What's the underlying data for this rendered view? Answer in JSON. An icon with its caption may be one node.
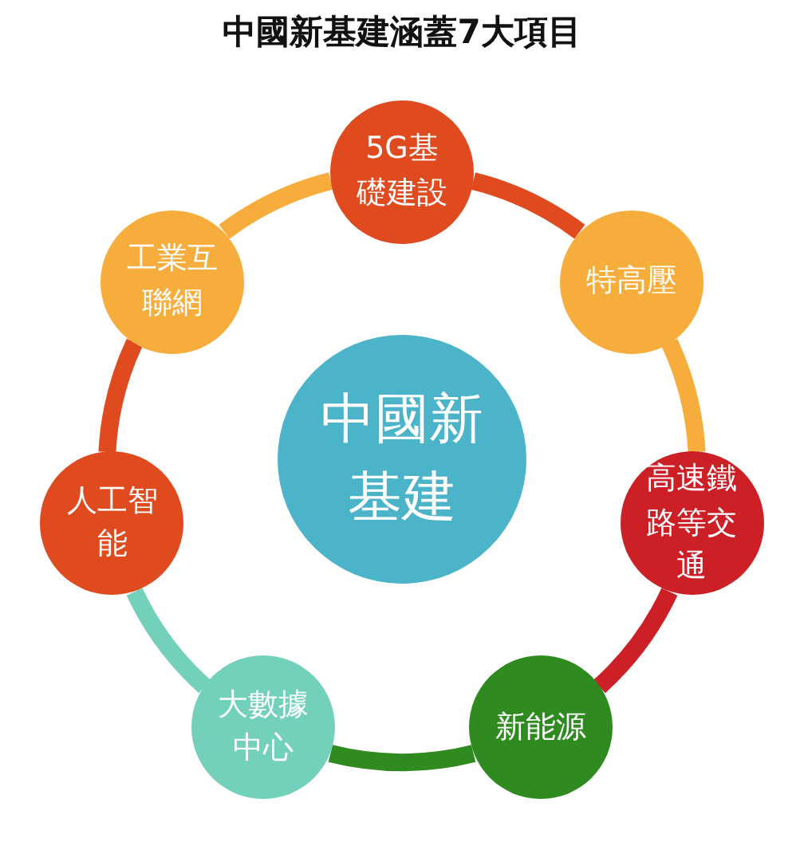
{
  "diagram": {
    "title": "中國新基建涵蓋7大項目",
    "nodes": [
      {
        "text": [
          "中國新基建"
        ]
      },
      {
        "text": [
          "5G基礎建設"
        ]
      },
      {
        "text": [
          "特高壓"
        ]
      },
      {
        "text": [
          "高速鐵路等交通"
        ]
      },
      {
        "text": [
          "新能源"
        ]
      },
      {
        "text": [
          "大數據中心"
        ]
      },
      {
        "text": [
          "人工智能"
        ]
      },
      {
        "text": [
          "工業互聯網"
        ]
      }
    ],
    "edges": [
      {
        "from": 1,
        "to": 2,
        "arrow": "none",
        "color": "#e04a1f"
      },
      {
        "from": 2,
        "to": 3,
        "arrow": "none",
        "color": "#f7ad3c"
      },
      {
        "from": 3,
        "to": 4,
        "arrow": "none",
        "color": "#cc1f26"
      },
      {
        "from": 4,
        "to": 5,
        "arrow": "none",
        "color": "#2f8a1f"
      },
      {
        "from": 5,
        "to": 6,
        "arrow": "none",
        "color": "#72d0bb"
      },
      {
        "from": 6,
        "to": 7,
        "arrow": "none",
        "color": "#e04a1f"
      },
      {
        "from": 7,
        "to": 1,
        "arrow": "none",
        "color": "#f7ad3c"
      }
    ]
  }
}
